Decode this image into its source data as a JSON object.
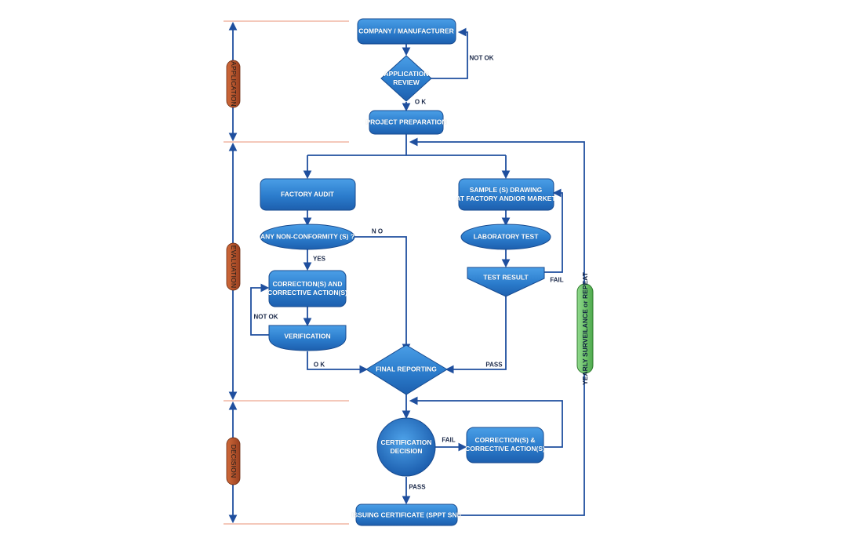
{
  "colors": {
    "node_blue": "#2f86d3",
    "node_dark": "#1b5ba8",
    "line": "#1f4f9e",
    "phase_bar": "#b5542a",
    "phase_red_line": "#e89076",
    "loop_green": "#6cc26a"
  },
  "phases": {
    "application": "APPLICATION",
    "evaluation": "EVALUATION",
    "decision": "DECISION"
  },
  "nodes": {
    "company": "COMPANY / MANUFACTURER",
    "application_review": "APPLICATION\nREVIEW",
    "project_preparation": "PROJECT PREPARATION",
    "factory_audit": "FACTORY AUDIT",
    "non_conformity": "ANY NON-CONFORMITY (S) ?",
    "correction_1": "CORRECTION(S) AND\nCORRECTIVE ACTION(S)",
    "verification": "VERIFICATION",
    "sample_drawing": "SAMPLE (S) DRAWING\nAT FACTORY AND/OR MARKET",
    "laboratory_test": "LABORATORY TEST",
    "test_result": "TEST RESULT",
    "final_reporting": "FINAL REPORTING",
    "certification_decision": "CERTIFICATION\nDECISION",
    "correction_2": "CORRECTION(S) &\nCORRECTIVE ACTION(S)",
    "issuing_certificate": "ISSUING CERTIFICATE (SPPT SNI)",
    "yearly_surveillance": "YEARLY SURVEILANCE or REPEAT"
  },
  "edge_labels": {
    "review_not_ok": "NOT OK",
    "review_ok": "O K",
    "nonconf_no": "N O",
    "nonconf_yes": "YES",
    "verification_not_ok": "NOT OK",
    "verification_ok": "O K",
    "test_fail": "FAIL",
    "test_pass": "PASS",
    "decision_fail": "FAIL",
    "decision_pass": "PASS"
  }
}
